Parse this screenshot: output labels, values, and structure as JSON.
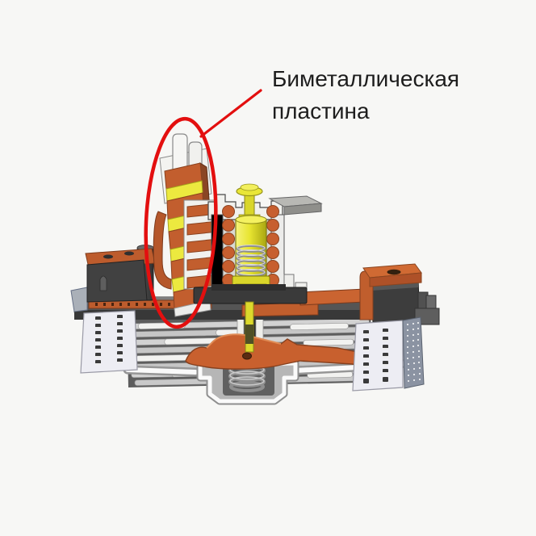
{
  "annotation": {
    "label_line1": "Биметаллическая",
    "label_line2": "пластина",
    "callout_color": "#e30f0f",
    "text_color": "#1d1d1d",
    "highlighted_part": "bimetallic-plate"
  },
  "scene": {
    "background": "#f7f7f5",
    "palette": {
      "copper": "#c8602e",
      "copper_dark": "#86401e",
      "copper_light": "#d06a33",
      "yellow": "#e8e531",
      "yellow_dark": "#8a8718",
      "housing_dark_gray": "#3d3d3d",
      "platform_gray": "#555555",
      "cut_face_white": "#f1f1ed",
      "lamination_light": "#d2d2d2",
      "lamination_shadow": "#5d5d5d",
      "vent_panel": "#ededf3",
      "side_panel_blue_gray": "#8b93a2",
      "spring_silver": "#8f8f8f"
    }
  }
}
